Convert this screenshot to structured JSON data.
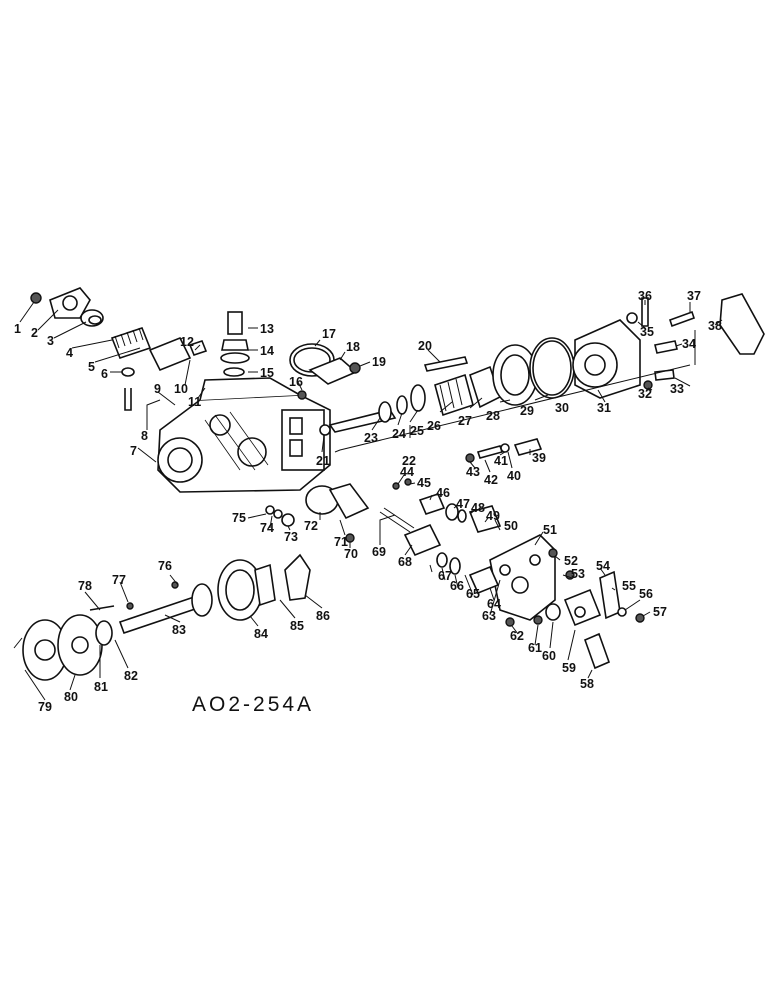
{
  "diagram": {
    "drawing_code": "AO2-254A",
    "callouts": [
      "1",
      "2",
      "3",
      "4",
      "5",
      "6",
      "7",
      "8",
      "9",
      "10",
      "11",
      "12",
      "13",
      "14",
      "15",
      "16",
      "17",
      "18",
      "19",
      "20",
      "21",
      "22",
      "23",
      "24",
      "25",
      "26",
      "27",
      "28",
      "29",
      "30",
      "31",
      "32",
      "33",
      "34",
      "35",
      "36",
      "37",
      "38",
      "39",
      "40",
      "41",
      "42",
      "43",
      "44",
      "45",
      "46",
      "47",
      "48",
      "49",
      "50",
      "51",
      "52",
      "53",
      "54",
      "55",
      "56",
      "57",
      "58",
      "59",
      "60",
      "61",
      "62",
      "63",
      "64",
      "65",
      "66",
      "67",
      "68",
      "69",
      "70",
      "71",
      "72",
      "73",
      "74",
      "75",
      "76",
      "77",
      "78",
      "79",
      "80",
      "81",
      "82",
      "83",
      "84",
      "85",
      "86"
    ]
  }
}
